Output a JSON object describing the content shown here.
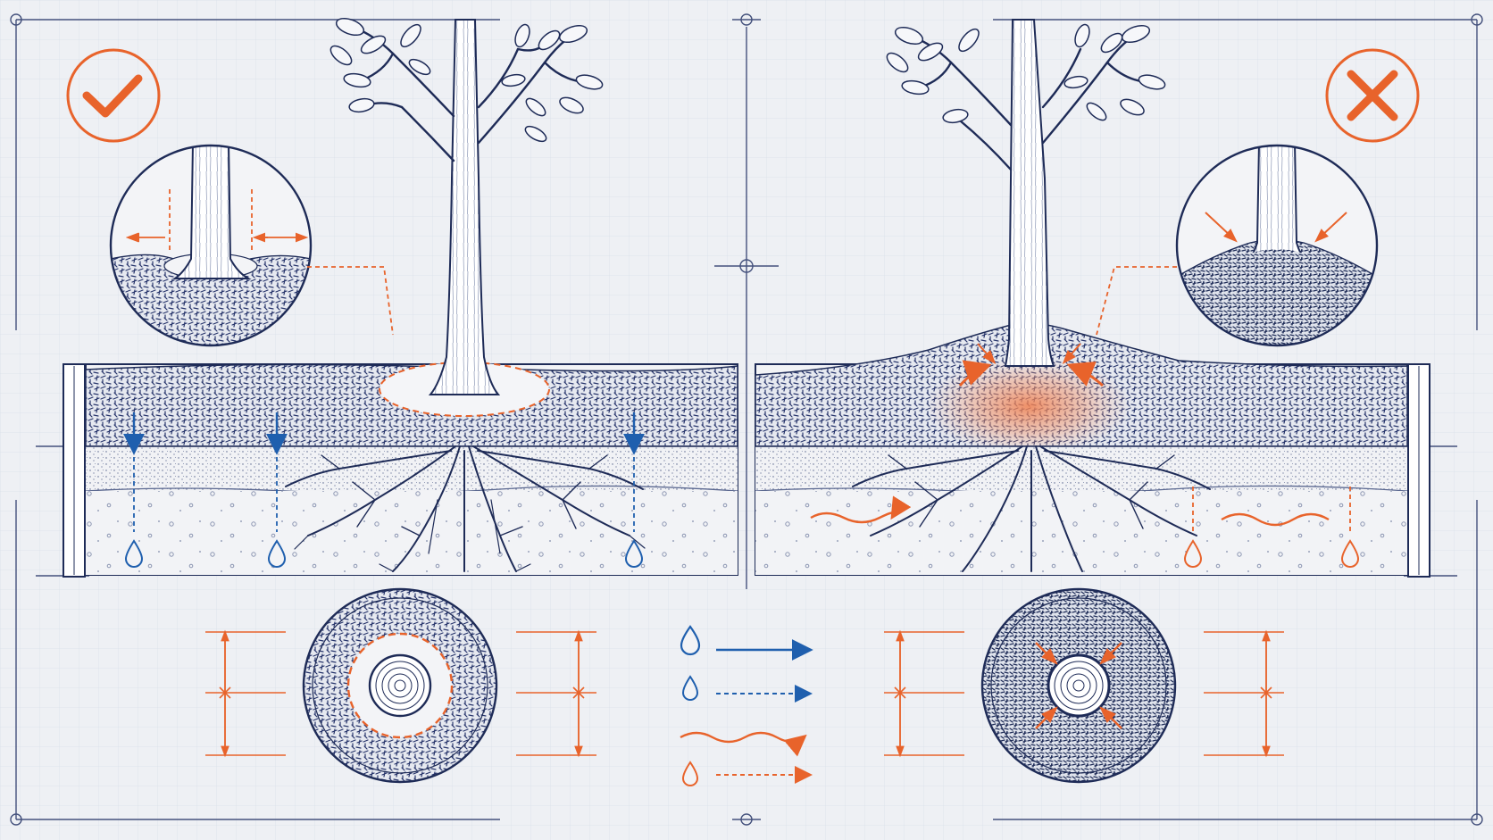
{
  "palette": {
    "paper": "#eef0f4",
    "grid": "#dde2ea",
    "ink": "#1e2b57",
    "blue": "#1f5fae",
    "orange": "#e8632b",
    "bark": "#ffffff"
  },
  "panels": [
    {
      "id": "correct",
      "verdict": "check",
      "verdict_icon": "check-icon",
      "mulch_profile": "flat",
      "trunk_clearance": true,
      "water_flow": "vertical-drainage",
      "drips": 3
    },
    {
      "id": "incorrect",
      "verdict": "cross",
      "verdict_icon": "cross-icon",
      "mulch_profile": "volcano",
      "trunk_clearance": false,
      "water_flow": "lateral-runoff",
      "drips": 2
    }
  ],
  "legend": [
    {
      "icon": "water-drop-icon",
      "color": "blue",
      "line": "solid-arrow"
    },
    {
      "icon": "water-drop-icon",
      "color": "blue",
      "line": "dashed-arrow"
    },
    {
      "icon": "wave-icon",
      "color": "orange",
      "line": "wavy-arrow"
    },
    {
      "icon": "water-drop-icon",
      "color": "orange",
      "line": "dashed-arrow"
    }
  ]
}
